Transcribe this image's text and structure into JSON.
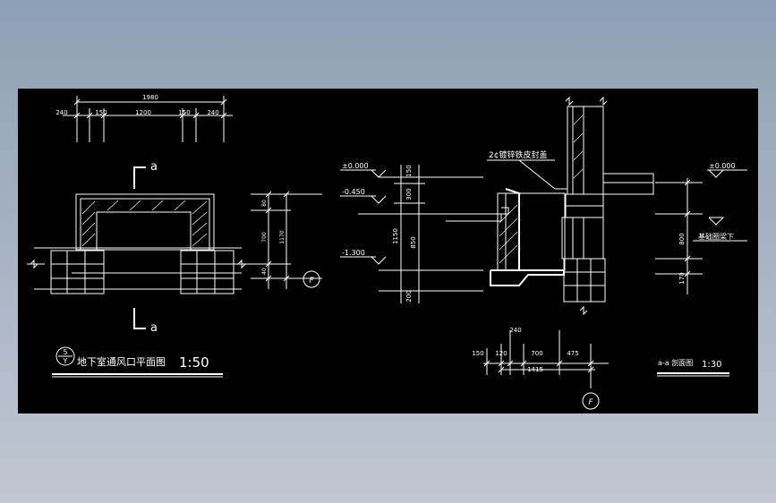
{
  "plan": {
    "dims_top": [
      "1980",
      "240",
      "150",
      "1200",
      "150",
      "240"
    ],
    "section_mark": "a",
    "dims_right": [
      "80",
      "700",
      "40",
      "1170"
    ],
    "axis": "F",
    "title_num": "5",
    "title_den": "Y",
    "title": "地下室通风口平面图",
    "scale": "1:50"
  },
  "section": {
    "levels": [
      "±0.000",
      "-0.450",
      "-1.300"
    ],
    "dims_left": [
      "150",
      "300",
      "1150",
      "850",
      "200"
    ],
    "callout": "2¢镀锌铁皮封盖",
    "level_right": "±0.000",
    "note_right": "基础圈梁下",
    "dims_right": [
      "800",
      "170"
    ],
    "dims_bottom": [
      "150",
      "120",
      "240",
      "700",
      "475",
      "1415"
    ],
    "axis": "F",
    "title": "a-a 剖面图",
    "scale": "1:30"
  }
}
